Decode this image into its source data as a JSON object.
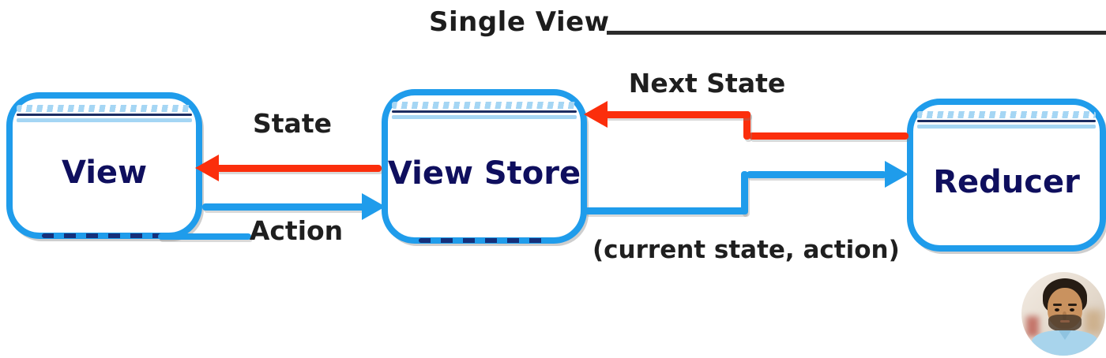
{
  "diagram": {
    "title": "Single View",
    "boxes": [
      {
        "id": "view",
        "label": "View"
      },
      {
        "id": "view-store",
        "label": "View Store"
      },
      {
        "id": "reducer",
        "label": "Reducer"
      }
    ],
    "arrows": [
      {
        "id": "state",
        "label": "State",
        "color": "#fb2e0c",
        "from": "View Store",
        "to": "View"
      },
      {
        "id": "action",
        "label": "Action",
        "color": "#1f9ceb",
        "from": "View",
        "to": "View Store"
      },
      {
        "id": "next-state",
        "label": "Next State",
        "color": "#fb2e0c",
        "from": "Reducer",
        "to": "View Store"
      },
      {
        "id": "current-state-action",
        "label": "(current state, action)",
        "color": "#1f9ceb",
        "from": "View Store",
        "to": "Reducer"
      }
    ],
    "colors": {
      "box_border": "#1f9ceb",
      "box_accent_light": "#a5d6f4",
      "box_accent_navy": "#1c2d63",
      "box_label": "#0f0f5e",
      "arrow_red": "#fb2e0c",
      "arrow_blue": "#1f9ceb",
      "title_text": "#1d1d1d"
    }
  },
  "icons": {
    "avatar": "presenter-photo-avatar"
  }
}
